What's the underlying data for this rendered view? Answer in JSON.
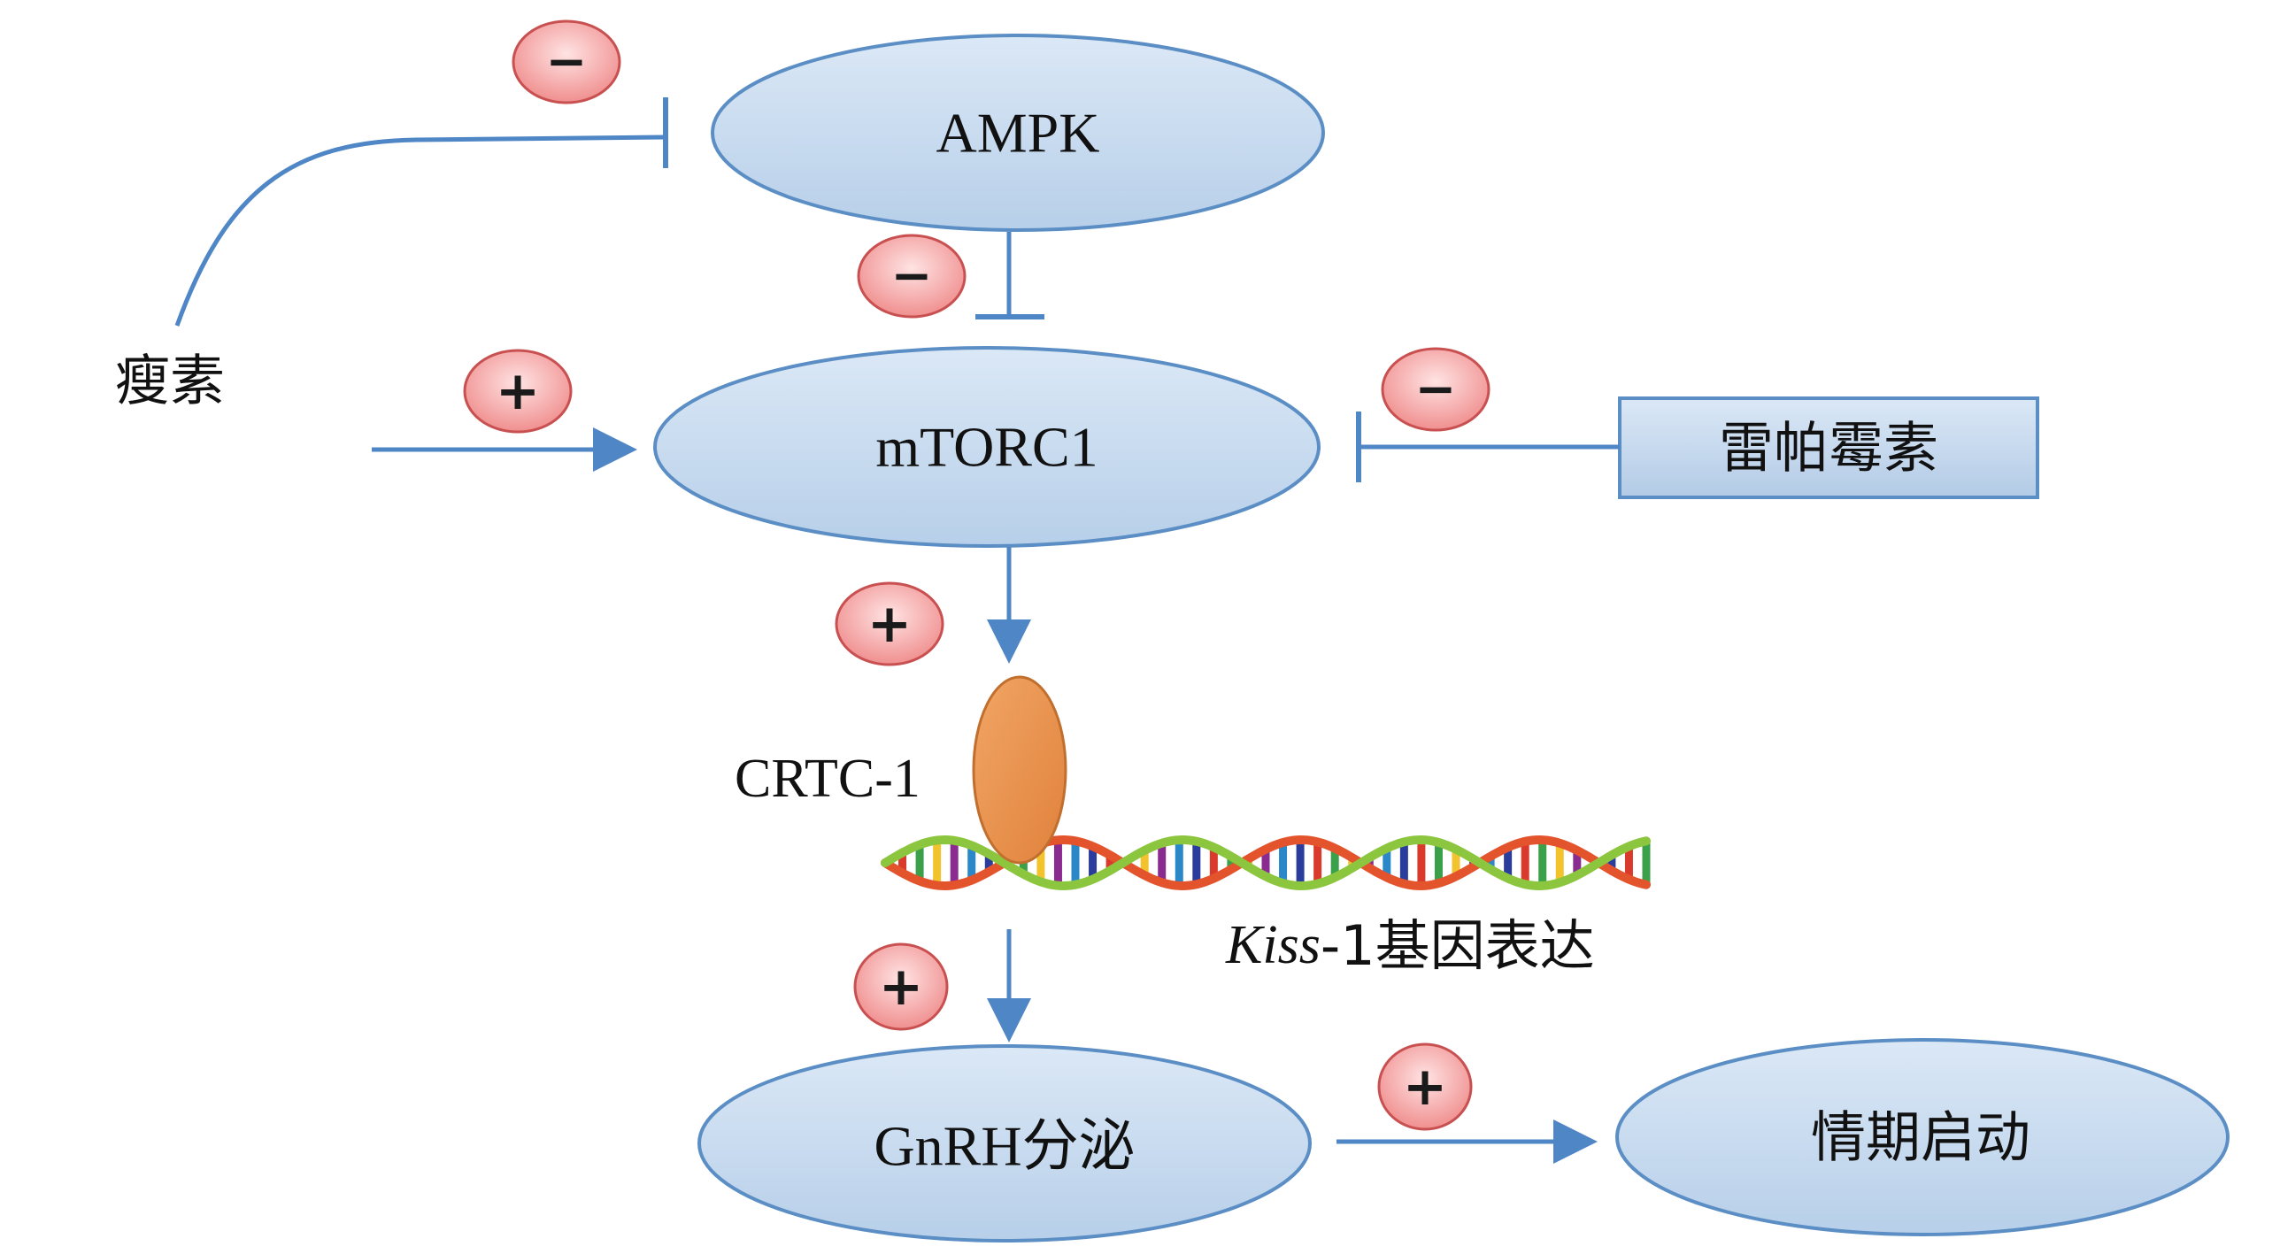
{
  "nodes": {
    "ampk": "AMPK",
    "mtorc1": "mTORC1",
    "leptin": "瘦素",
    "rapamycin": "雷帕霉素",
    "crtc1": "CRTC-1",
    "kiss_prefix": "Kiss",
    "kiss_suffix": "-1基因表达",
    "gnrh": "GnRH分泌",
    "puberty": "情期启动"
  },
  "signs": {
    "plus": "+",
    "minus": "−"
  },
  "colors": {
    "ellipse_fill": "#c9dcef",
    "ellipse_stroke": "#5b8ec4",
    "arrow": "#4f86c6",
    "sign_fill": "#f6a3a3",
    "sign_stroke": "#c95050",
    "crtc_fill": "#e8924e"
  }
}
